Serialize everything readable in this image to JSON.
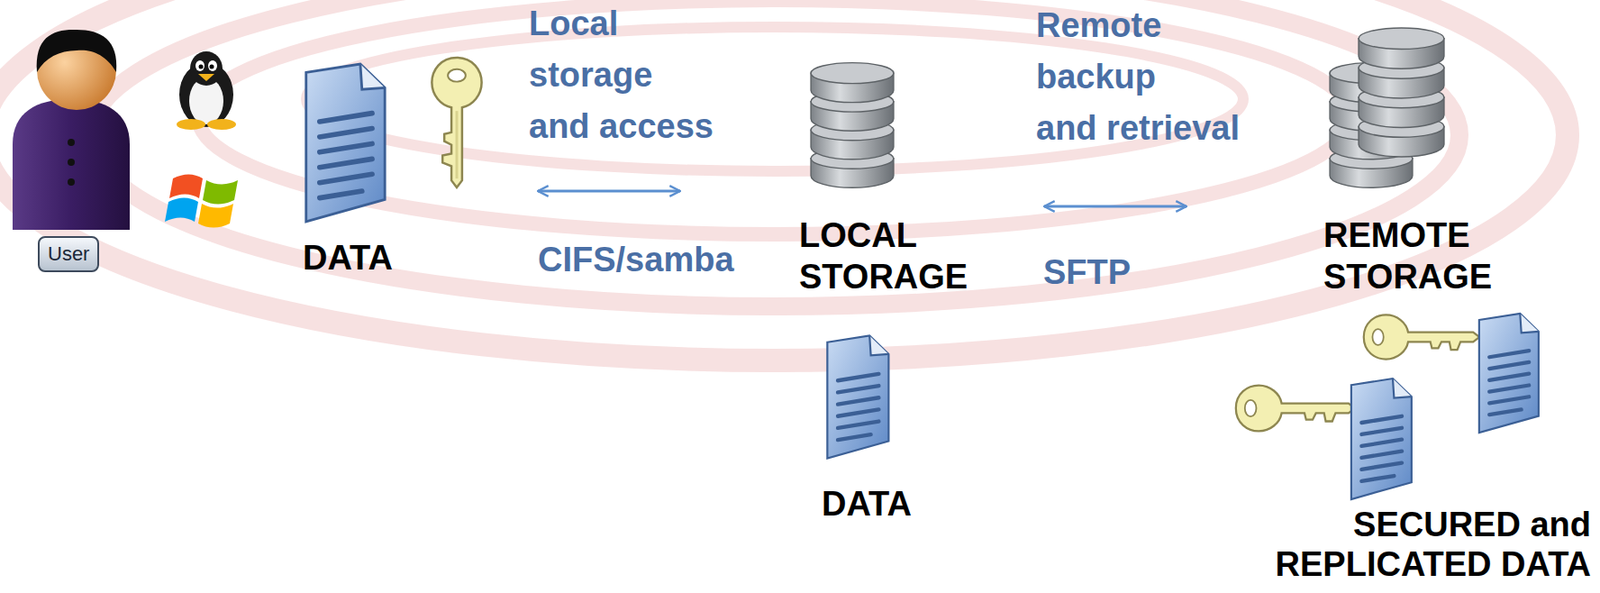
{
  "diagram": {
    "nodes": [
      {
        "text": [
          "User"
        ]
      },
      {
        "text": [
          "DATA"
        ]
      },
      {
        "text": [
          "LOCAL STORAGE"
        ]
      },
      {
        "text": [
          "REMOTE STORAGE"
        ]
      },
      {
        "text": [
          "DATA"
        ]
      },
      {
        "text": [
          "SECURED and REPLICATED DATA"
        ]
      }
    ],
    "edges": [
      {
        "from": 1,
        "to": 2,
        "label": "CIFS/samba",
        "arrow": "both"
      },
      {
        "from": 2,
        "to": 3,
        "label": "SFTP",
        "arrow": "both"
      }
    ],
    "labels": [
      "Local storage and access",
      "Remote backup and retrieval"
    ]
  }
}
